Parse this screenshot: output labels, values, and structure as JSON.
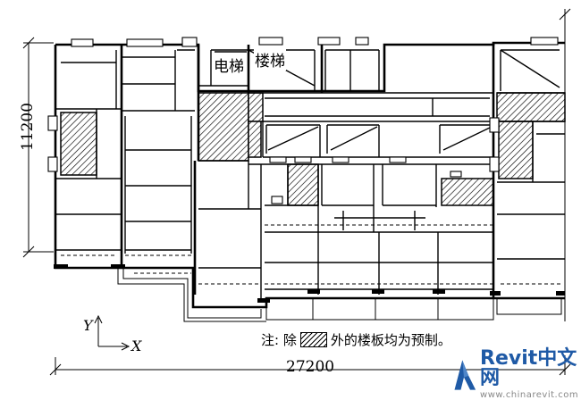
{
  "dimensions": {
    "height": "11200",
    "width": "27200"
  },
  "rooms": {
    "elevator": "电梯",
    "stair": "楼梯"
  },
  "note": {
    "prefix": "注: 除",
    "suffix": "外的楼板均为预制。"
  },
  "axes": {
    "y": "Y",
    "x": "X"
  },
  "watermark": {
    "brand": "Revit中文网",
    "url": "www.chinarevit.com",
    "color": "#1f5aa6"
  }
}
